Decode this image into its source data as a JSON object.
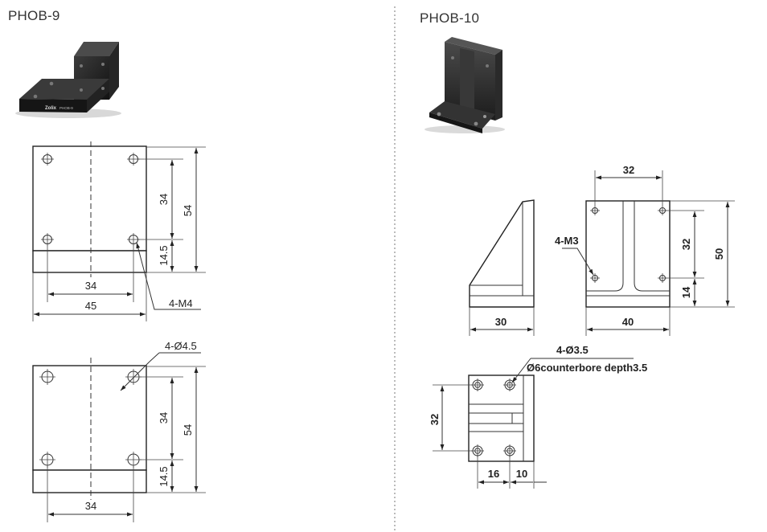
{
  "left": {
    "title": "PHOB-9",
    "photo_brand": "Zolix",
    "photo_model": "PHOB-9",
    "top_view": {
      "dim_34_h": "34",
      "dim_45": "45",
      "dim_34_v": "34",
      "dim_14_5": "14.5",
      "dim_54": "54",
      "thread_label": "4-M4"
    },
    "bottom_view": {
      "hole_label": "4-Ø4.5",
      "dim_34_v": "34",
      "dim_14_5": "14.5",
      "dim_54": "54",
      "dim_34_h": "34"
    }
  },
  "right": {
    "title": "PHOB-10",
    "side_view": {
      "dim_30": "30"
    },
    "front_view": {
      "dim_32_top": "32",
      "thread_label": "4-M3",
      "dim_32_v": "32",
      "dim_14": "14",
      "dim_50": "50",
      "dim_40": "40"
    },
    "bottom_view": {
      "hole_label": "4-Ø3.5",
      "counterbore_label": "Ø6counterbore depth3.5",
      "dim_32": "32",
      "dim_16": "16",
      "dim_10": "10"
    }
  }
}
